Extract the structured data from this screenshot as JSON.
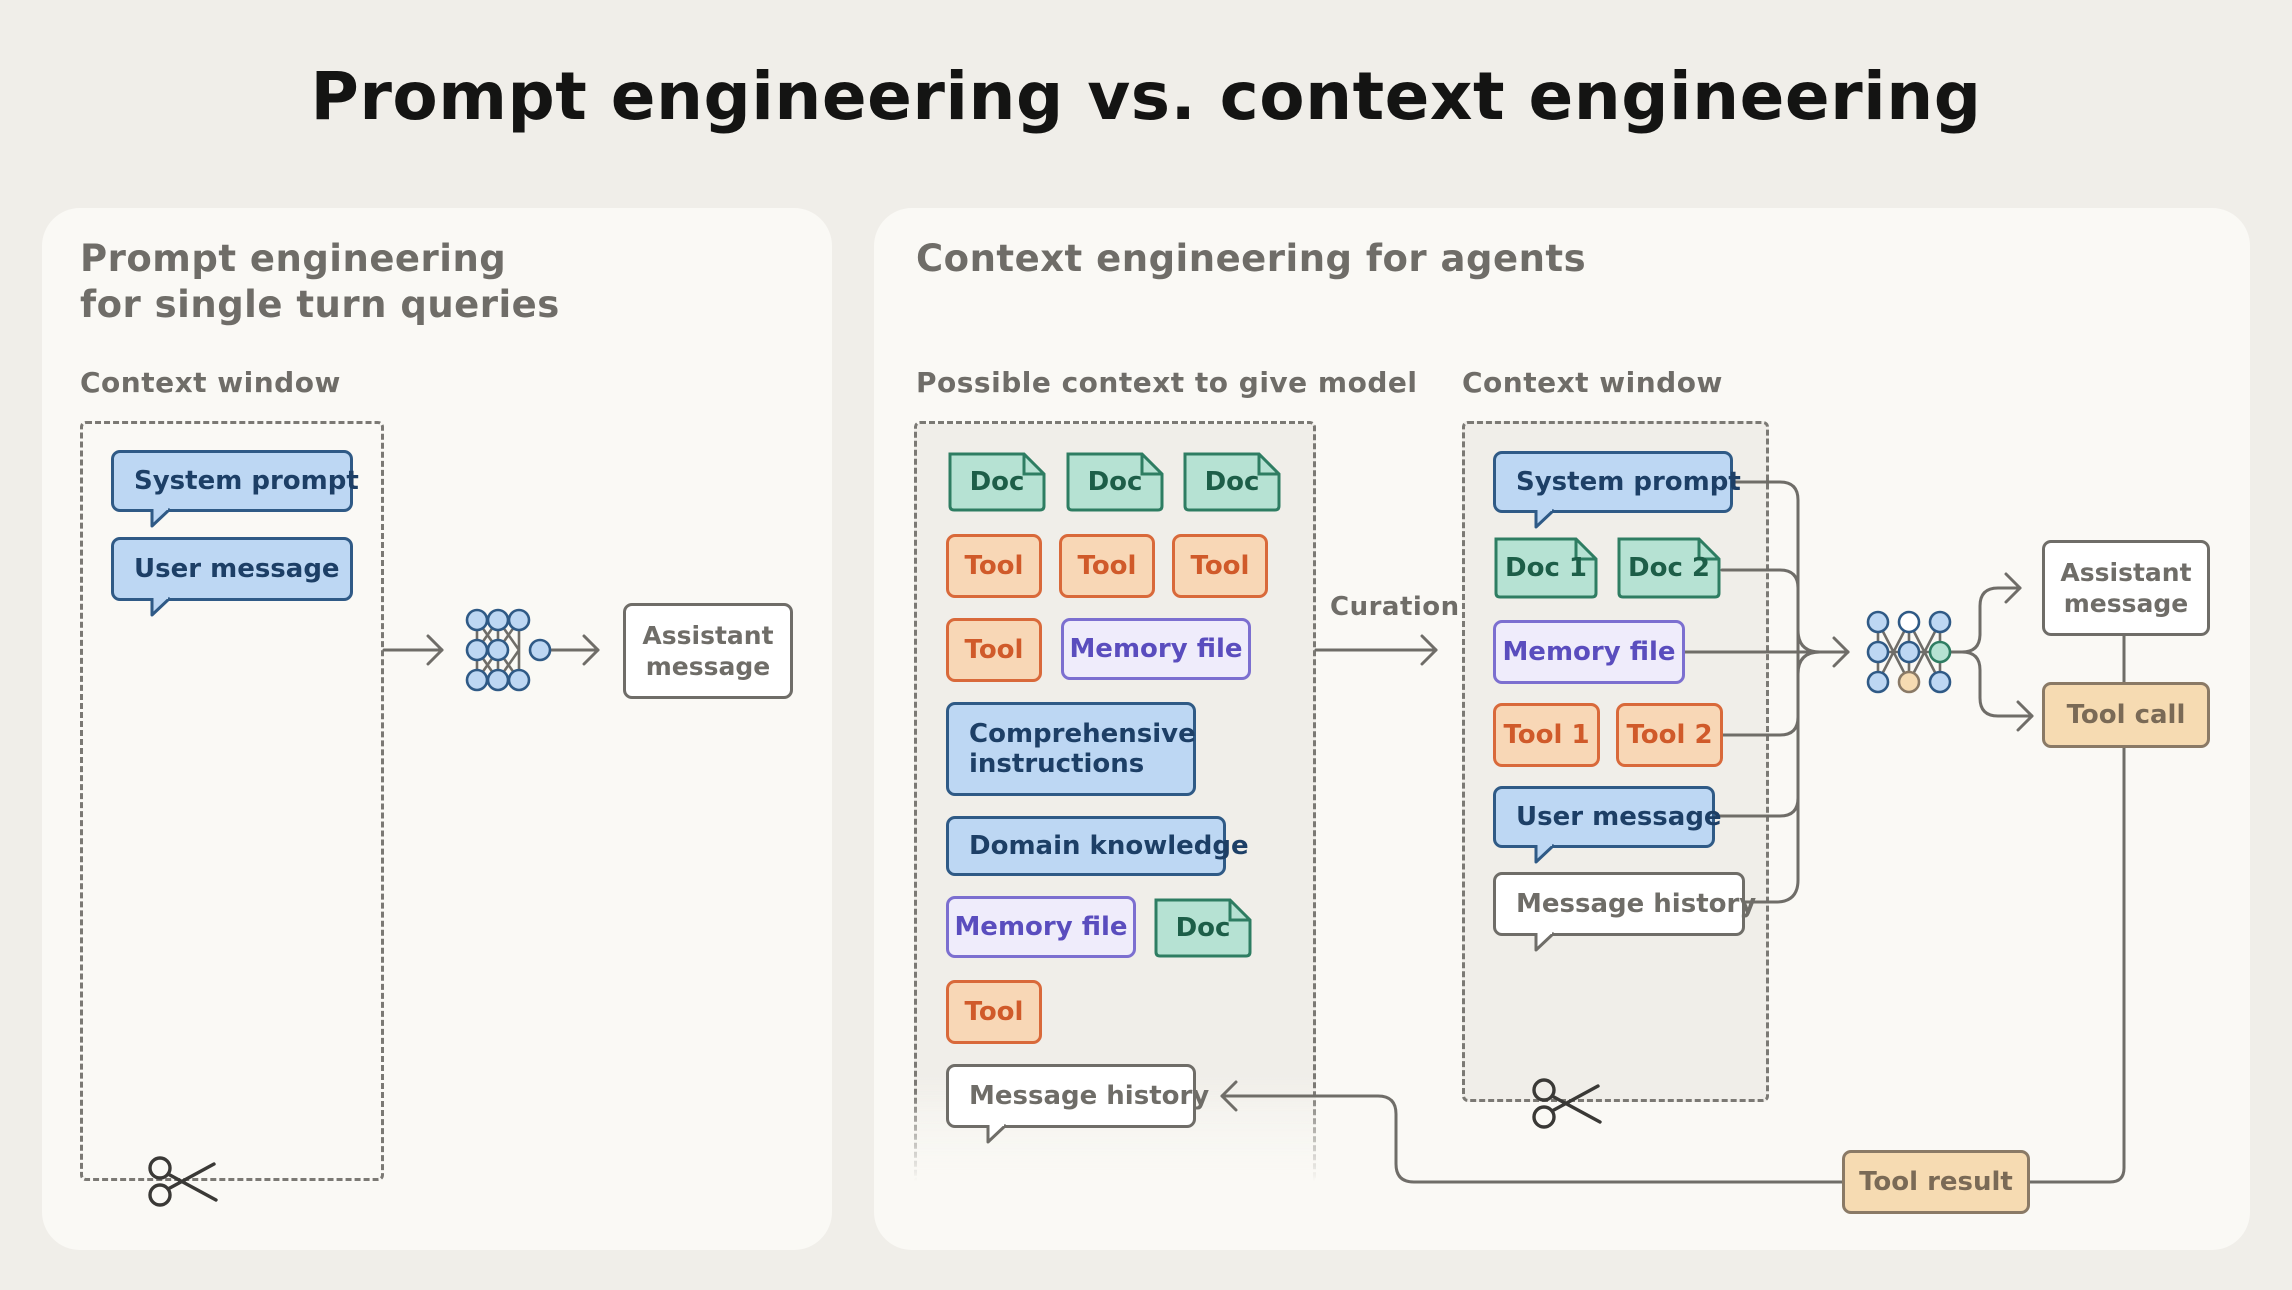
{
  "title": "Prompt engineering vs. context engineering",
  "left_panel": {
    "title_line1": "Prompt engineering",
    "title_line2": "for single turn queries",
    "window_label": "Context window",
    "system_prompt": "System prompt",
    "user_message": "User message",
    "output_line1": "Assistant",
    "output_line2": "message"
  },
  "right_panel": {
    "title": "Context engineering for agents",
    "possible_label": "Possible context to give model",
    "window_label": "Context window",
    "curation_label": "Curation",
    "possible_items": {
      "doc_a": "Doc",
      "doc_b": "Doc",
      "doc_c": "Doc",
      "tool_a": "Tool",
      "tool_b": "Tool",
      "tool_c": "Tool",
      "tool_d": "Tool",
      "memory_a": "Memory file",
      "comprehensive_line1": "Comprehensive",
      "comprehensive_line2": "instructions",
      "domain": "Domain knowledge",
      "memory_b": "Memory file",
      "doc_d": "Doc",
      "tool_e": "Tool",
      "history": "Message history"
    },
    "window_items": {
      "system_prompt": "System prompt",
      "doc1": "Doc 1",
      "doc2": "Doc 2",
      "memory": "Memory file",
      "tool1": "Tool 1",
      "tool2": "Tool 2",
      "user_message": "User message",
      "history": "Message history"
    },
    "output_line1": "Assistant",
    "output_line2": "message",
    "tool_call": "Tool call",
    "tool_result": "Tool result"
  },
  "colors": {
    "background": "#f0eee9",
    "panel": "#faf9f5",
    "blue": "#bdd7f3",
    "teal": "#b6e2d3",
    "orange": "#f8d7b6",
    "purple": "#efecfb",
    "tan": "#f6dbb2",
    "line": "#6f6d68"
  }
}
